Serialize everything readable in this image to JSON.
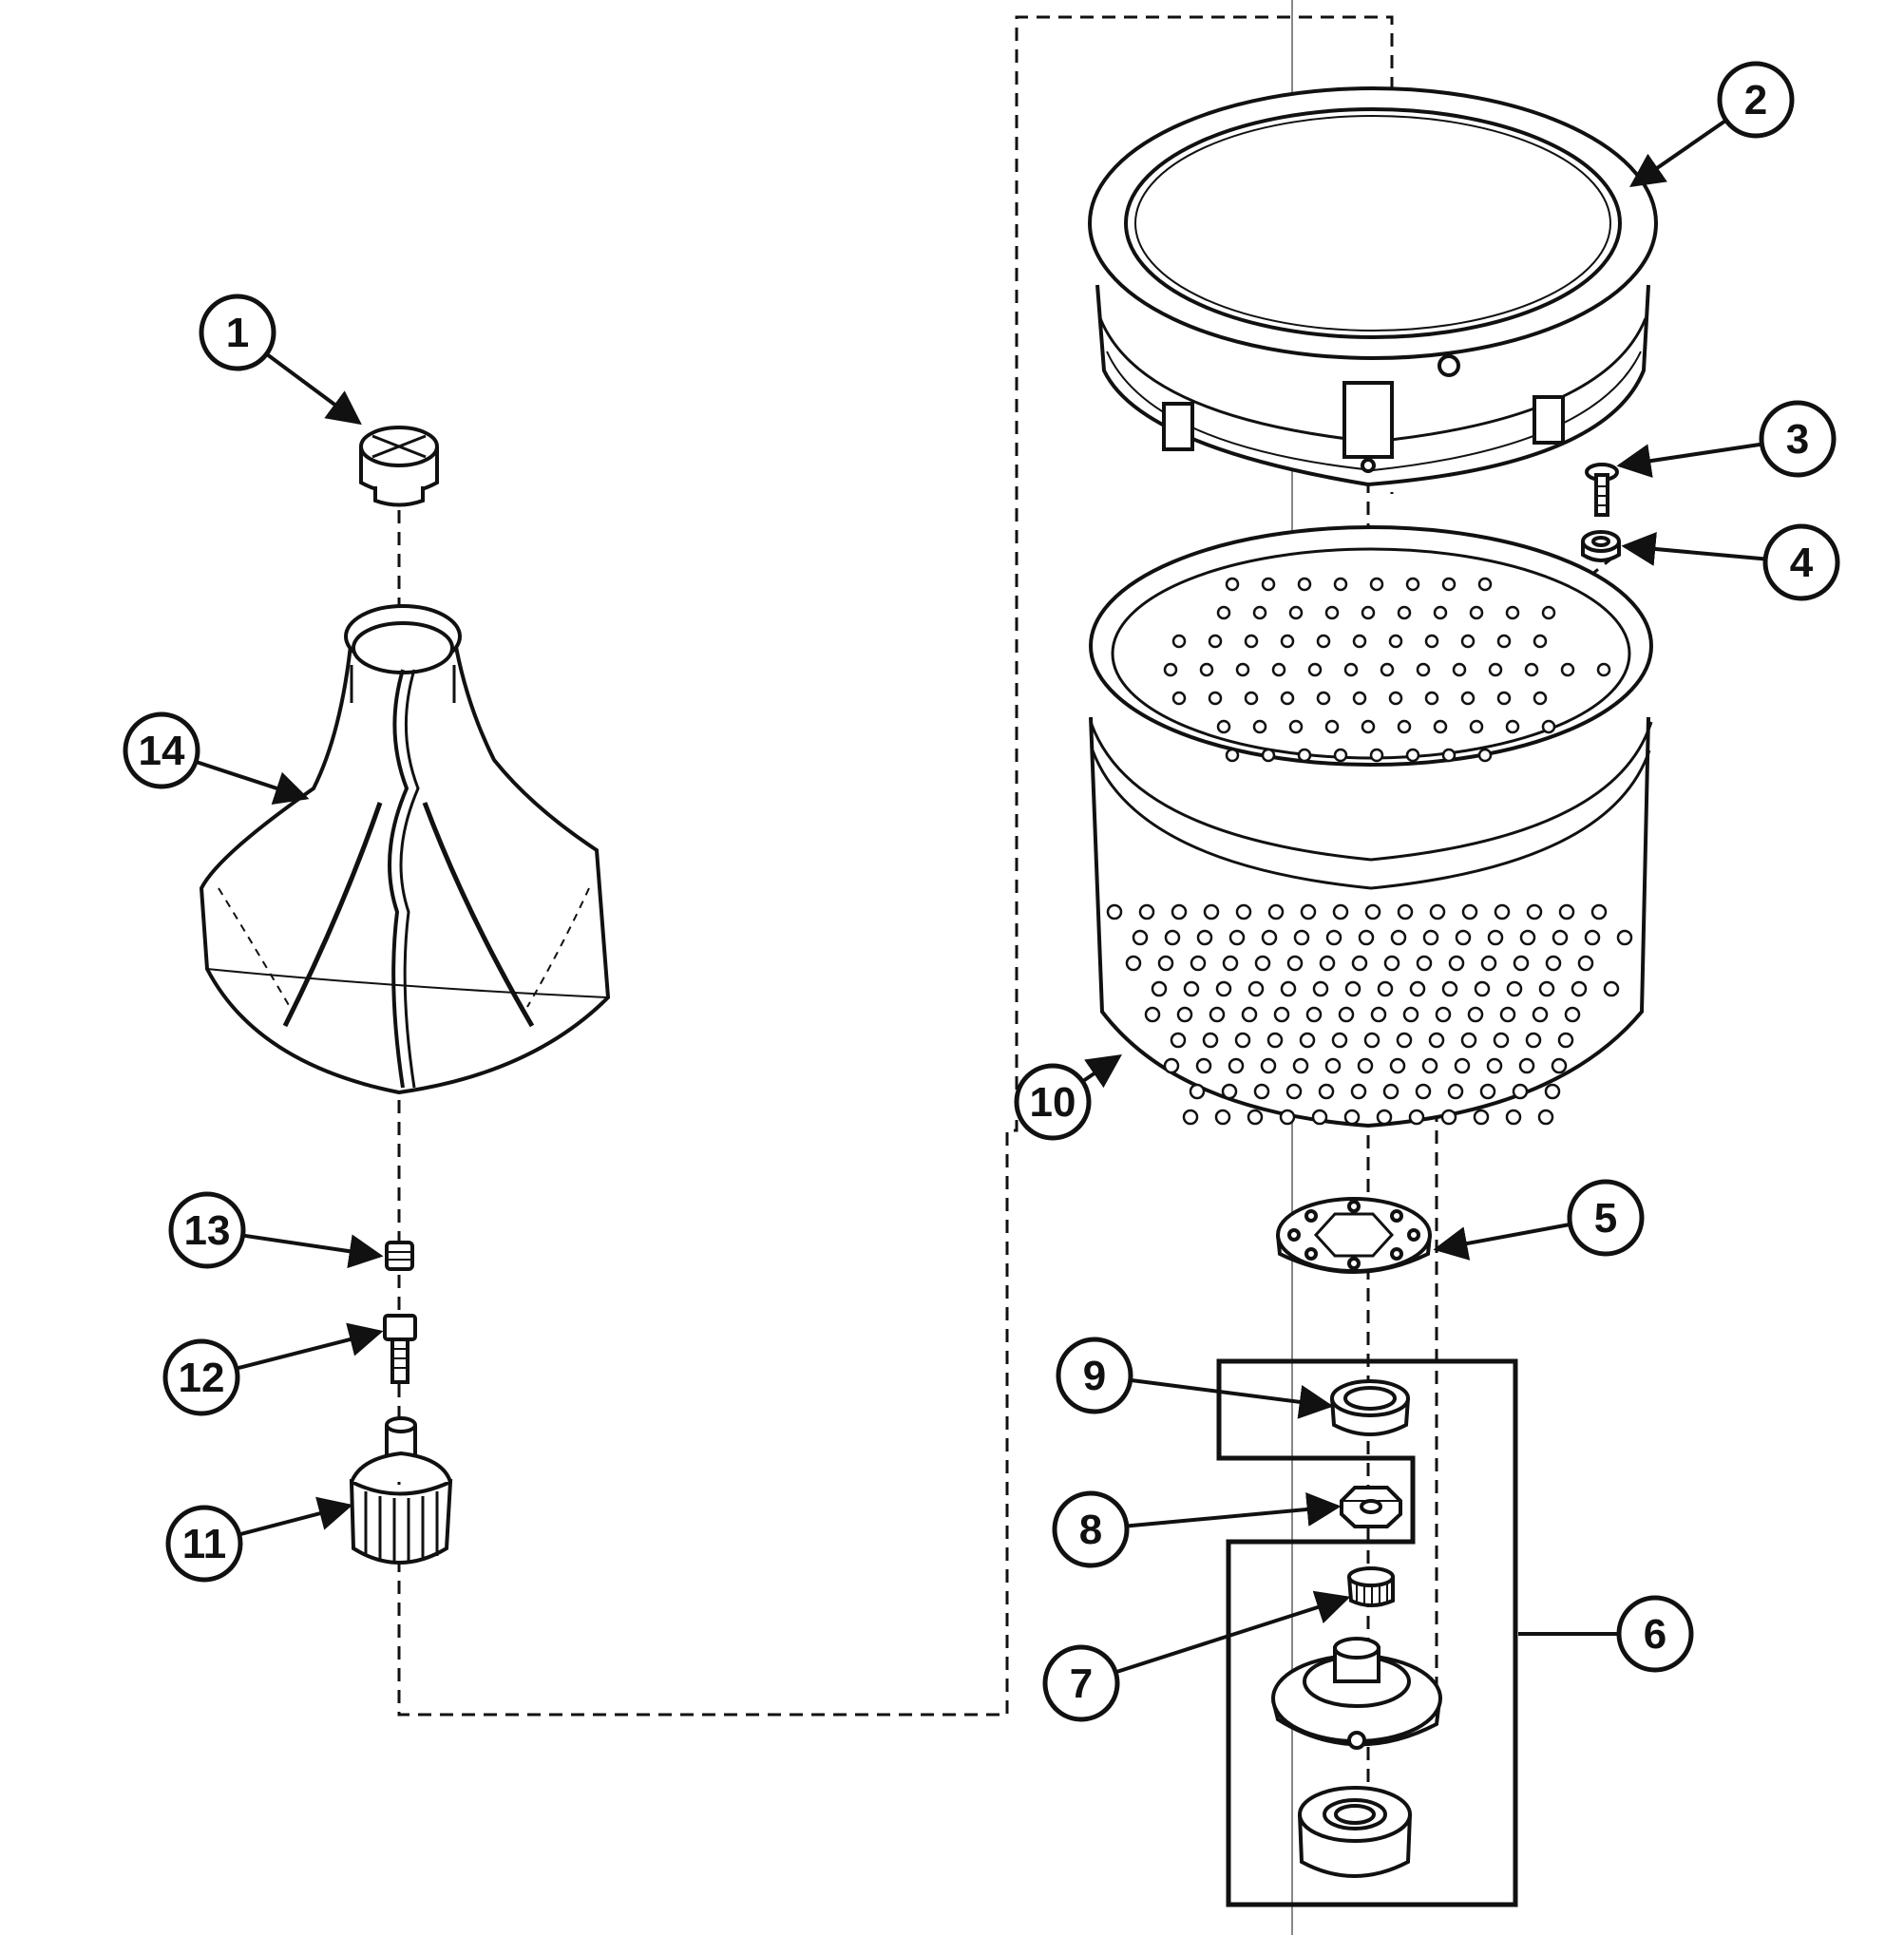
{
  "diagram": {
    "colors": {
      "ink": "#111111",
      "paper": "#ffffff"
    },
    "callouts": [
      {
        "id": "1",
        "label": "1"
      },
      {
        "id": "2",
        "label": "2"
      },
      {
        "id": "3",
        "label": "3"
      },
      {
        "id": "4",
        "label": "4"
      },
      {
        "id": "5",
        "label": "5"
      },
      {
        "id": "6",
        "label": "6"
      },
      {
        "id": "7",
        "label": "7"
      },
      {
        "id": "8",
        "label": "8"
      },
      {
        "id": "9",
        "label": "9"
      },
      {
        "id": "10",
        "label": "10"
      },
      {
        "id": "11",
        "label": "11"
      },
      {
        "id": "12",
        "label": "12"
      },
      {
        "id": "13",
        "label": "13"
      },
      {
        "id": "14",
        "label": "14"
      }
    ]
  }
}
